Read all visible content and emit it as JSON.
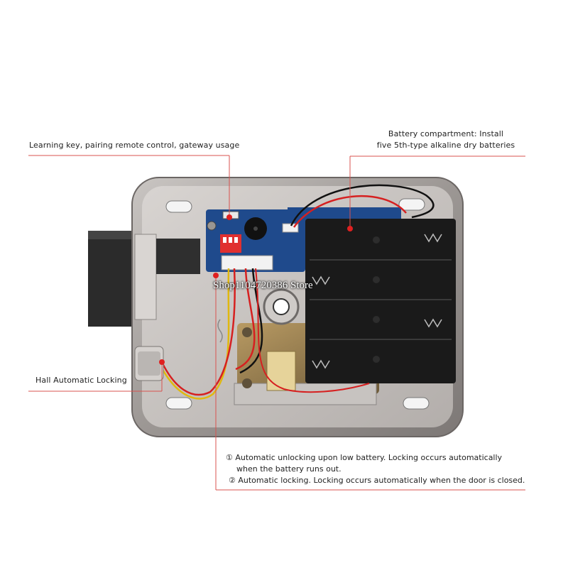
{
  "callouts": {
    "learning_key": "Learning key, pairing remote control, gateway usage",
    "battery_line1": "Battery compartment: Install",
    "battery_line2": "five 5th-type alkaline dry batteries",
    "hall_locking": "Hall Automatic Locking"
  },
  "notes": {
    "note1_line1": "① Automatic unlocking upon low battery. Locking occurs automatically",
    "note1_line2": "when the battery runs out.",
    "note2": "② Automatic locking. Locking occurs automatically when the door is closed."
  },
  "watermark": "Shop1104720386 Store",
  "colors": {
    "callout_line": "#d9534f",
    "pointer_dot": "#e02020",
    "housing": "#a9a4a0",
    "pcb": "#1f4a8c",
    "battery_holder": "#1a1a1a"
  }
}
